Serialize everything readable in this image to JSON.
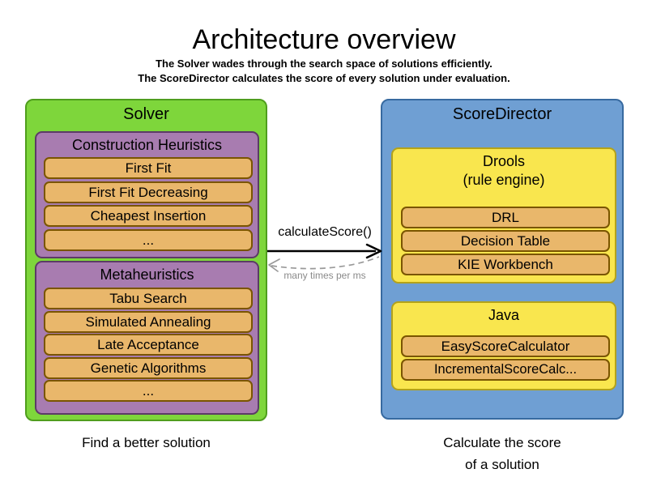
{
  "title": "Architecture overview",
  "subtitle_line1": "The Solver wades through the search space of solutions efficiently.",
  "subtitle_line2": "The ScoreDirector calculates the score of every solution under evaluation.",
  "solver": {
    "label": "Solver",
    "caption": "Find a better solution",
    "groups": [
      {
        "label": "Construction Heuristics",
        "items": [
          "First Fit",
          "First Fit Decreasing",
          "Cheapest Insertion",
          "..."
        ]
      },
      {
        "label": "Metaheuristics",
        "items": [
          "Tabu Search",
          "Simulated Annealing",
          "Late Acceptance",
          "Genetic Algorithms",
          "..."
        ]
      }
    ]
  },
  "score_director": {
    "label": "ScoreDirector",
    "caption_line1": "Calculate the score",
    "caption_line2": "of a solution",
    "groups": [
      {
        "label": "Drools",
        "sublabel": "(rule engine)",
        "items": [
          "DRL",
          "Decision Table",
          "KIE Workbench"
        ]
      },
      {
        "label": "Java",
        "items": [
          "EasyScoreCalculator",
          "IncrementalScoreCalc..."
        ]
      }
    ]
  },
  "arrow": {
    "label": "calculateScore()",
    "sublabel": "many times per ms"
  },
  "colors": {
    "solver_green": "#7ed63b",
    "solver_green_border": "#4f9e1d",
    "heuristic_purple": "#a87cb0",
    "heuristic_purple_border": "#5c3b66",
    "item_orange": "#e9b76b",
    "item_orange_border": "#7a5500",
    "director_blue": "#6f9fd3",
    "director_blue_border": "#376aa0",
    "engine_yellow": "#f9e64e",
    "engine_yellow_border": "#b3a21b",
    "dashed_arrow_gray": "#999999"
  }
}
